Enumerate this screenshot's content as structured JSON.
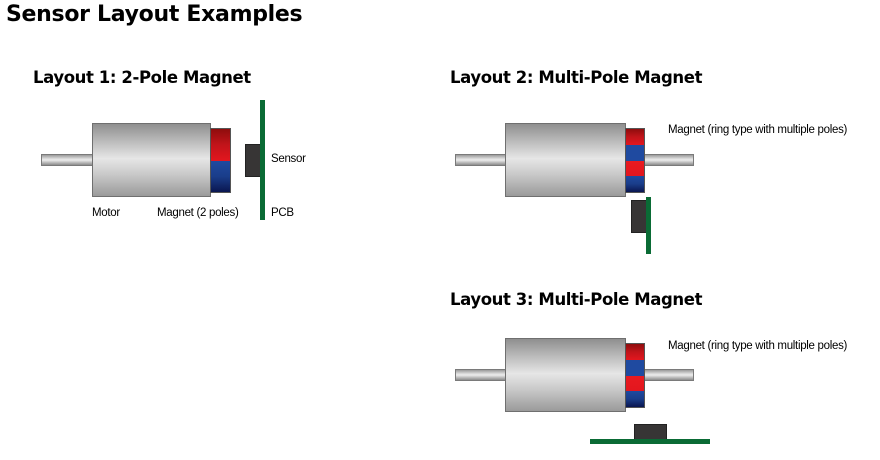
{
  "title": "Sensor Layout Examples",
  "layouts": [
    {
      "title": "Layout 1: 2-Pole Magnet",
      "labels": {
        "motor": "Motor",
        "magnet": "Magnet (2 poles)",
        "sensor": "Sensor",
        "pcb": "PCB"
      },
      "magnet_poles": [
        "N",
        "S"
      ],
      "sensor_position": "axial, facing magnet end"
    },
    {
      "title": "Layout 2: Multi-Pole Magnet",
      "labels": {
        "magnet": "Magnet (ring type with multiple poles)"
      },
      "magnet_poles": [
        "N",
        "S",
        "N",
        "S"
      ],
      "sensor_position": "radial, beside magnet (vertical PCB)"
    },
    {
      "title": "Layout 3: Multi-Pole Magnet",
      "labels": {
        "magnet": "Magnet (ring type with multiple poles)"
      },
      "magnet_poles": [
        "N",
        "S",
        "N",
        "S"
      ],
      "sensor_position": "radial, below magnet (horizontal PCB)"
    }
  ],
  "colors": {
    "north_pole": "#e3161e",
    "south_pole": "#1f4aa0",
    "pcb": "#0a6b35",
    "sensor": "#373535",
    "motor_body": "#c9c9c9"
  }
}
